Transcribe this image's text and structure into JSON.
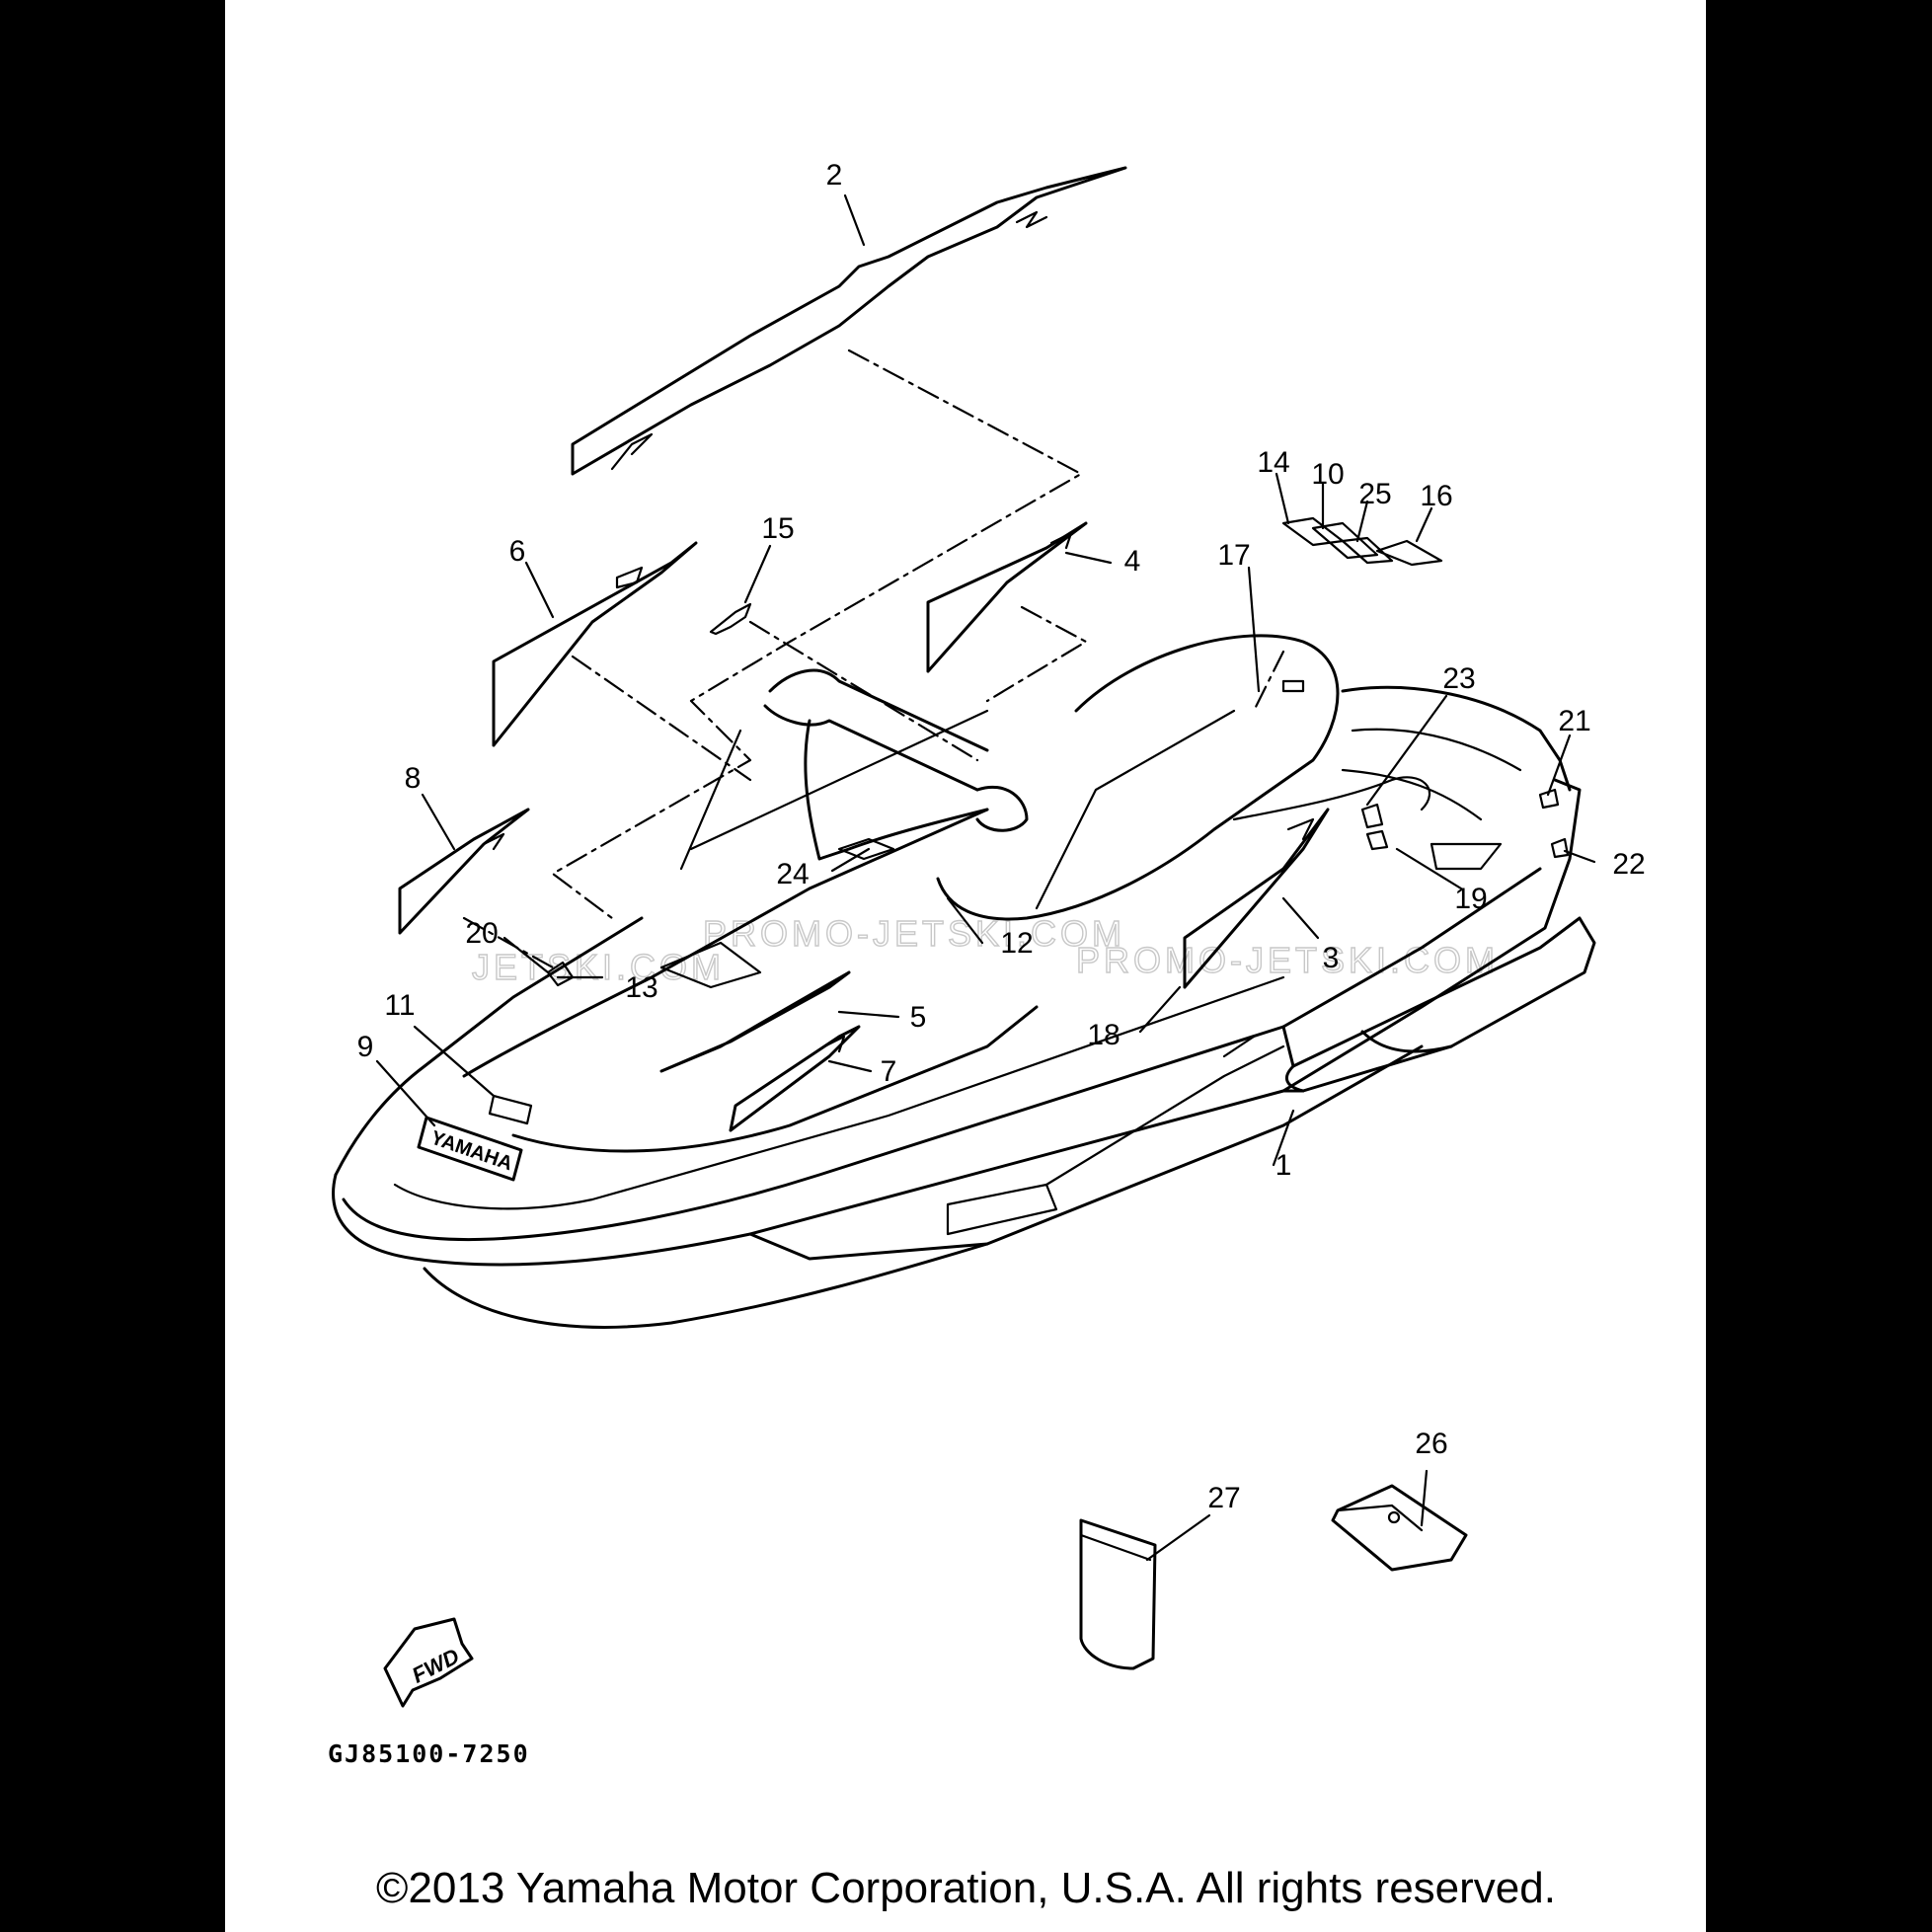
{
  "diagram": {
    "callouts": [
      {
        "num": "1"
      },
      {
        "num": "2"
      },
      {
        "num": "3"
      },
      {
        "num": "4"
      },
      {
        "num": "5"
      },
      {
        "num": "6"
      },
      {
        "num": "7"
      },
      {
        "num": "8"
      },
      {
        "num": "9"
      },
      {
        "num": "10"
      },
      {
        "num": "11"
      },
      {
        "num": "12"
      },
      {
        "num": "13"
      },
      {
        "num": "14"
      },
      {
        "num": "15"
      },
      {
        "num": "16"
      },
      {
        "num": "17"
      },
      {
        "num": "18"
      },
      {
        "num": "19"
      },
      {
        "num": "20"
      },
      {
        "num": "21"
      },
      {
        "num": "22"
      },
      {
        "num": "23"
      },
      {
        "num": "24"
      },
      {
        "num": "25"
      },
      {
        "num": "26"
      },
      {
        "num": "27"
      }
    ],
    "decal_logo": "YAMAHA",
    "fwd_arrow_text": "FWD",
    "part_code": "GJ85100-7250"
  },
  "watermarks": {
    "left": "JETSKI.COM",
    "middle": "PROMO-JETSKI.COM",
    "right": "PROMO-JETSKI.COM"
  },
  "footer": {
    "copyright": "©2013 Yamaha Motor Corporation, U.S.A. All rights reserved."
  }
}
